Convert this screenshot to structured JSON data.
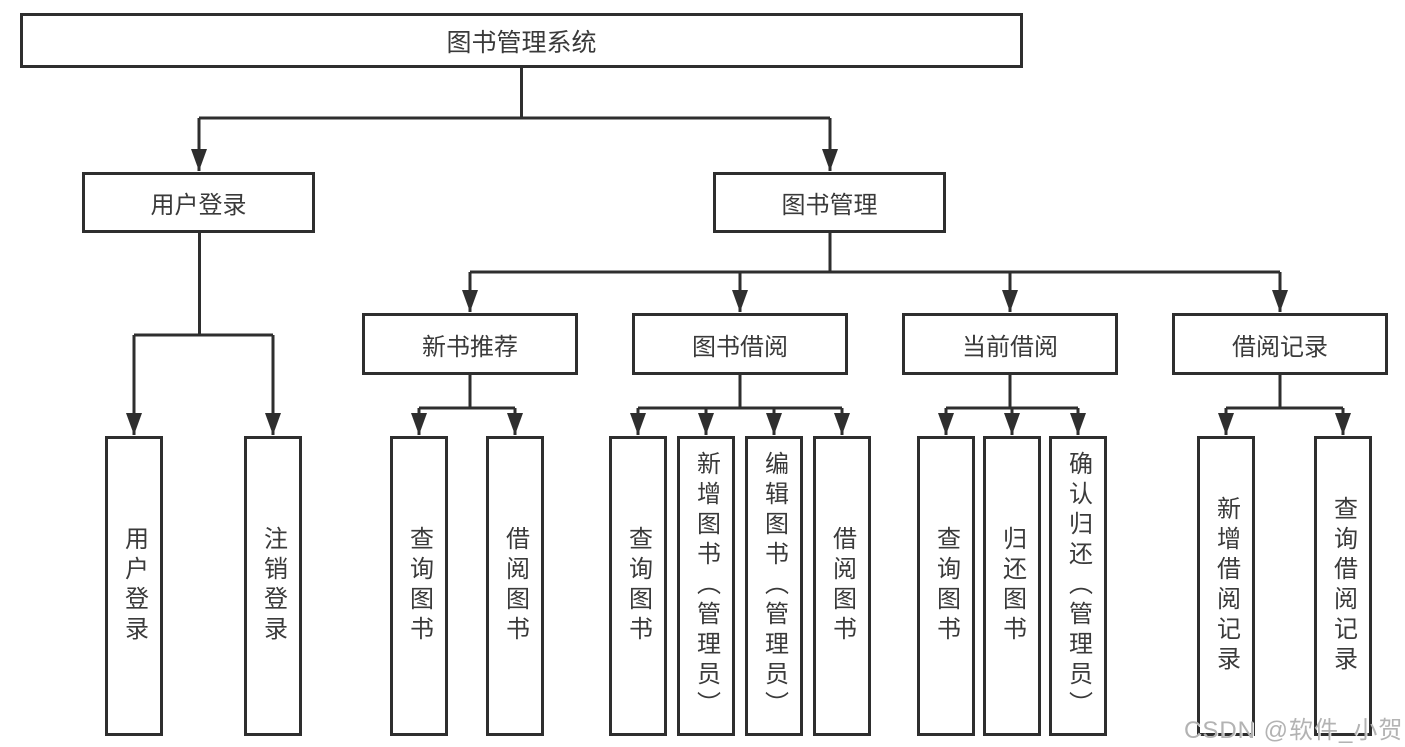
{
  "diagram": {
    "nodes": {
      "root": "图书管理系统",
      "user_login": "用户登录",
      "book_mgmt": "图书管理",
      "new_book": "新书推荐",
      "book_borrow": "图书借阅",
      "current_borrow": "当前借阅",
      "borrow_record": "借阅记录"
    },
    "leaves": {
      "user_login": [
        "用户登录",
        "注销登录"
      ],
      "new_book": [
        "查询图书",
        "借阅图书"
      ],
      "book_borrow": [
        "查询图书",
        "新增图书（管理员）",
        "编辑图书（管理员）",
        "借阅图书"
      ],
      "current_borrow": [
        "查询图书",
        "归还图书",
        "确认归还（管理员）"
      ],
      "borrow_record": [
        "新增借阅记录",
        "查询借阅记录"
      ]
    },
    "watermark": "CSDN @软件_小贺同学",
    "colors": {
      "line": "#2e2e2e",
      "text": "#3a3a3a",
      "watermark": "#b3b3b3",
      "background": "#ffffff"
    }
  }
}
